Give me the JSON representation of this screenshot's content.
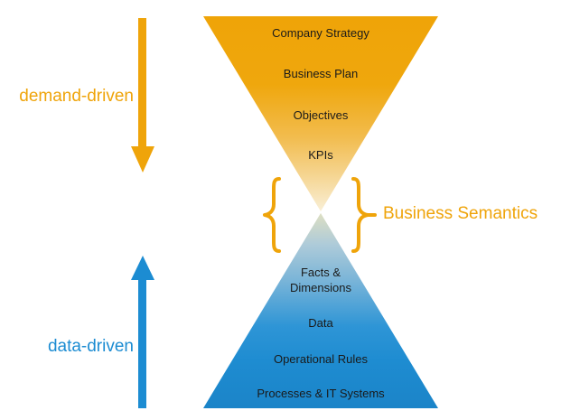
{
  "colors": {
    "orange": "#EFA40A",
    "blue": "#1C8CD2",
    "label_text": "#1A1A1A"
  },
  "arrows": {
    "demand_label": "demand-driven",
    "data_label": "data-driven"
  },
  "center": {
    "label": "Business Semantics"
  },
  "top_triangle": {
    "items": [
      "Company Strategy",
      "Business Plan",
      "Objectives",
      "KPIs"
    ]
  },
  "bottom_triangle": {
    "items": [
      "Facts & Dimensions",
      "Data",
      "Operational Rules",
      "Processes & IT Systems"
    ]
  }
}
